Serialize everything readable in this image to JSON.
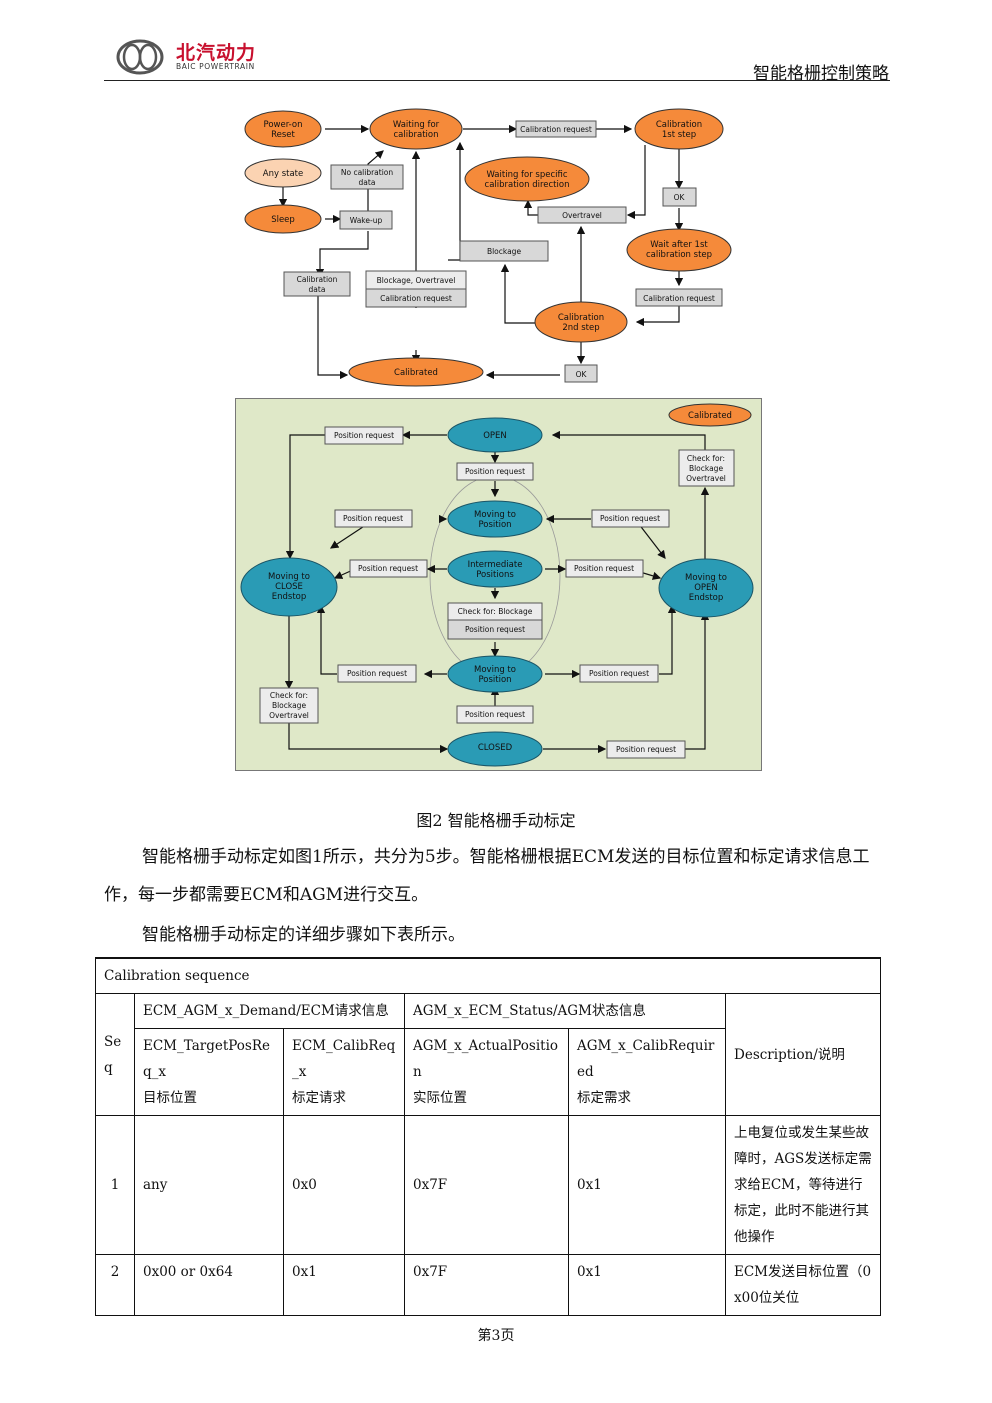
{
  "header": {
    "logo_cn": "北汽动力",
    "logo_en": "BAIC POWERTRAIN",
    "doc_title": "智能格栅控制策略"
  },
  "diagram_top": {
    "states": {
      "power_on": [
        "Power-on",
        "Reset"
      ],
      "waiting": [
        "Waiting for",
        "calibration"
      ],
      "cal_1st": [
        "Calibration",
        "1st step"
      ],
      "any_state": [
        "Any state"
      ],
      "sleep": [
        "Sleep"
      ],
      "waiting_dir": [
        "Waiting for specific",
        "calibration direction"
      ],
      "wait_after": [
        "Wait after 1st",
        "calibration step"
      ],
      "cal_2nd": [
        "Calibration",
        "2nd step"
      ],
      "calibrated": [
        "Calibrated"
      ]
    },
    "boxes": {
      "calib_request_top": "Calibration request",
      "no_calib_data": [
        "No calibration",
        "data"
      ],
      "ok1": "OK",
      "wake_up": "Wake-up",
      "overtravel": "Overtravel",
      "blockage": "Blockage",
      "calib_data": [
        "Calibration",
        "data"
      ],
      "blockage_overtravel": "Blockage, Overtravel",
      "calib_request_mid": "Calibration request",
      "calib_request_right": "Calibration request",
      "ok2": "OK"
    }
  },
  "diagram_bottom": {
    "calibrated_tag": "Calibrated",
    "states": {
      "open": [
        "OPEN"
      ],
      "moving_top": [
        "Moving to",
        "Position"
      ],
      "intermediate": [
        "Intermediate",
        "Positions"
      ],
      "moving_bottom": [
        "Moving to",
        "Position"
      ],
      "closed": [
        "CLOSED"
      ],
      "close_endstop": [
        "Moving to",
        "CLOSE",
        "Endstop"
      ],
      "open_endstop": [
        "Moving to",
        "OPEN",
        "Endstop"
      ]
    },
    "position_request": "Position request",
    "check_top_right": [
      "Check for:",
      "Blockage",
      "Overtravel"
    ],
    "check_bottom_left": [
      "Check for:",
      "Blockage",
      "Overtravel"
    ],
    "check_center": "Check for: Blockage"
  },
  "caption": "图2 智能格栅手动标定",
  "para1": "智能格栅手动标定如图1所示，共分为5步。智能格栅根据ECM发送的目标位置和标定请求信息工作，每一步都需要ECM和AGM进行交互。",
  "para2": "智能格栅手动标定的详细步骤如下表所示。",
  "table": {
    "title": "Calibration sequence",
    "group_ecm": "ECM_AGM_x_Demand/ECM请求信息",
    "group_agm": "AGM_x_ECM_Status/AGM状态信息",
    "seq_header": "Seq",
    "col_target": [
      "ECM_TargetPosReq_x",
      "目标位置"
    ],
    "col_calibreq": [
      "ECM_CalibReq_x",
      "标定请求"
    ],
    "col_actual": [
      "AGM_x_ActualPosition",
      "实际位置"
    ],
    "col_calibrequired": [
      "AGM_x_CalibRequired",
      "标定需求"
    ],
    "col_desc": "Description/说明",
    "rows": [
      {
        "seq": "1",
        "target": "any",
        "calibreq": "0x0",
        "actual": "0x7F",
        "required": "0x1",
        "desc": "上电复位或发生某些故障时，AGS发送标定需求给ECM，等待进行标定，此时不能进行其他操作"
      },
      {
        "seq": "2",
        "target": "0x00 or 0x64",
        "calibreq": "0x1",
        "actual": "0x7F",
        "required": "0x1",
        "desc": "ECM发送目标位置（0x00位关位"
      }
    ]
  },
  "footer": "第3页"
}
